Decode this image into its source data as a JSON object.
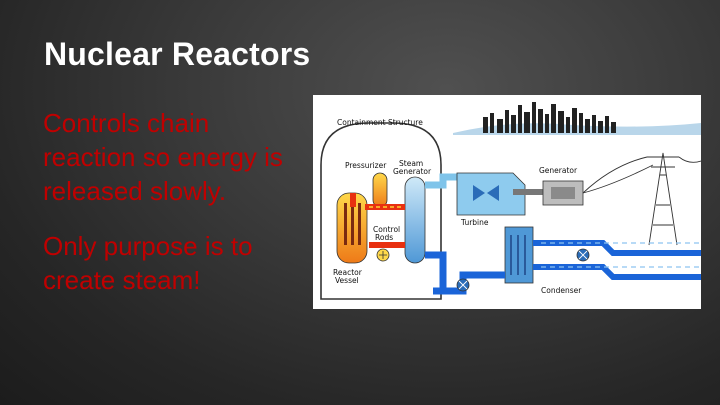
{
  "slide": {
    "title": "Nuclear Reactors",
    "paragraphs": [
      "Controls chain reaction so energy is released slowly.",
      "Only purpose is to create steam!"
    ]
  },
  "diagram": {
    "labels": {
      "containment": "Containment Structure",
      "pressurizer": "Pressurizer",
      "steam": "Steam",
      "generator_sg": "Generator",
      "generator": "Generator",
      "turbine": "Turbine",
      "control": "Control",
      "rods": "Rods",
      "reactor": "Reactor",
      "vessel": "Vessel",
      "condenser": "Condenser"
    },
    "colors": {
      "hot_loop": "#e83010",
      "cold_loop": "#1a64d8",
      "steam_blue": "#7fc4ea",
      "vessel_fill": "#f4a020"
    }
  }
}
